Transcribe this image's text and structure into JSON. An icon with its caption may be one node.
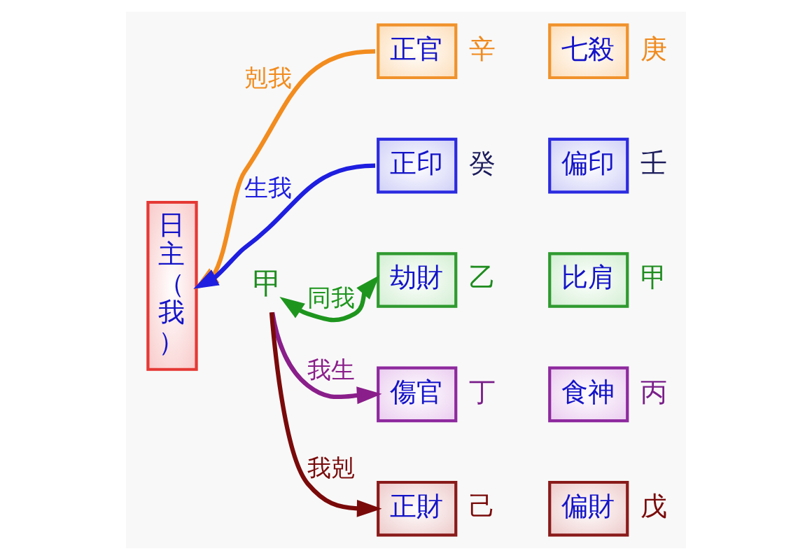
{
  "diagram": {
    "nodes": [
      {
        "text": [
          "日主（我）"
        ]
      },
      {
        "text": [
          "甲"
        ]
      },
      {
        "text": [
          "正官"
        ],
        "beside": [
          "辛"
        ]
      },
      {
        "text": [
          "七殺"
        ],
        "beside": [
          "庚"
        ]
      },
      {
        "text": [
          "正印"
        ],
        "beside": [
          "癸"
        ]
      },
      {
        "text": [
          "偏印"
        ],
        "beside": [
          "壬"
        ]
      },
      {
        "text": [
          "劫財"
        ],
        "beside": [
          "乙"
        ]
      },
      {
        "text": [
          "比肩"
        ],
        "beside": [
          "甲"
        ]
      },
      {
        "text": [
          "傷官"
        ],
        "beside": [
          "丁"
        ]
      },
      {
        "text": [
          "食神"
        ],
        "beside": [
          "丙"
        ]
      },
      {
        "text": [
          "正財"
        ],
        "beside": [
          "己"
        ]
      },
      {
        "text": [
          "偏財"
        ],
        "beside": [
          "戊"
        ]
      }
    ],
    "edges": [
      {
        "from": 2,
        "to": 0,
        "arrow": "to",
        "label": "剋我",
        "color": "#f28c1e"
      },
      {
        "from": 4,
        "to": 0,
        "arrow": "to",
        "label": "生我",
        "color": "#1e1ee0"
      },
      {
        "from": 1,
        "to": 6,
        "arrow": "both",
        "label": "同我",
        "color": "#1e961e"
      },
      {
        "from": 1,
        "to": 8,
        "arrow": "to",
        "label": "我生",
        "color": "#8a1e8a"
      },
      {
        "from": 1,
        "to": 10,
        "arrow": "to",
        "label": "我剋",
        "color": "#7a0a0a"
      }
    ]
  }
}
